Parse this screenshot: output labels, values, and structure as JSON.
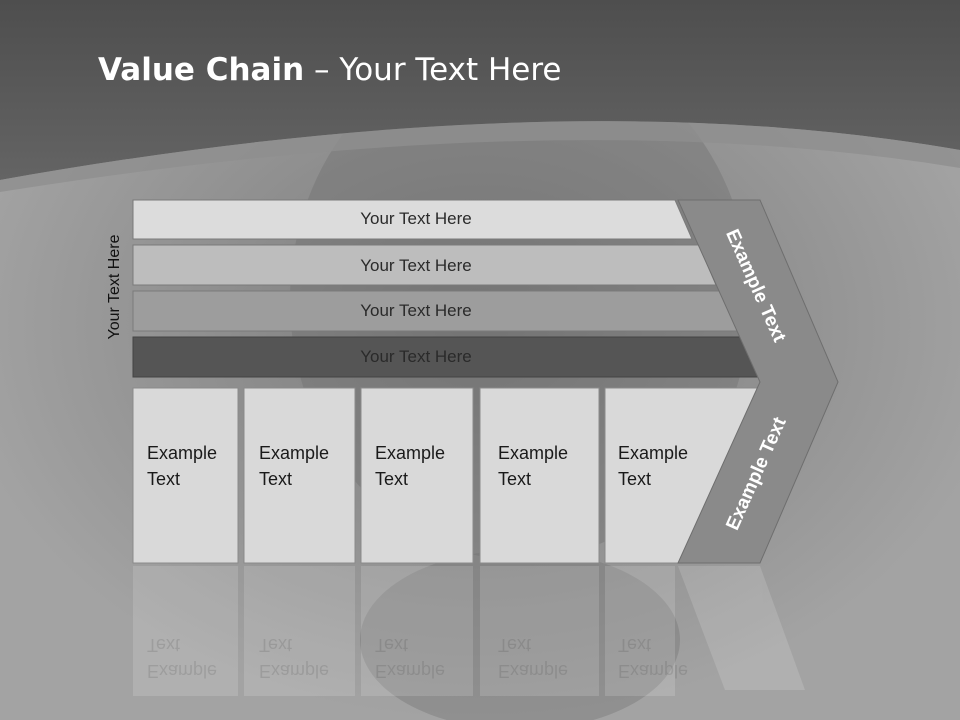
{
  "title": {
    "bold": "Value Chain",
    "rest": " – Your Text Here"
  },
  "side_label": "Your Text Here",
  "bars": [
    {
      "label": "Your Text Here",
      "fill": "#dcdcdc"
    },
    {
      "label": "Your Text Here",
      "fill": "#bdbdbd"
    },
    {
      "label": "Your Text Here",
      "fill": "#9d9d9d"
    },
    {
      "label": "Your Text Here",
      "fill": "#555555"
    }
  ],
  "cells": [
    {
      "line1": "Example",
      "line2": "Text"
    },
    {
      "line1": "Example",
      "line2": "Text"
    },
    {
      "line1": "Example",
      "line2": "Text"
    },
    {
      "line1": "Example",
      "line2": "Text"
    },
    {
      "line1": "Example",
      "line2": "Text"
    }
  ],
  "arrow": {
    "upper_text": "Example Text",
    "lower_text": "Example Text",
    "fill": "#8a8a8a"
  },
  "colors": {
    "header": "#555555",
    "cell_fill": "#d9d9d9",
    "title": "#ffffff"
  }
}
